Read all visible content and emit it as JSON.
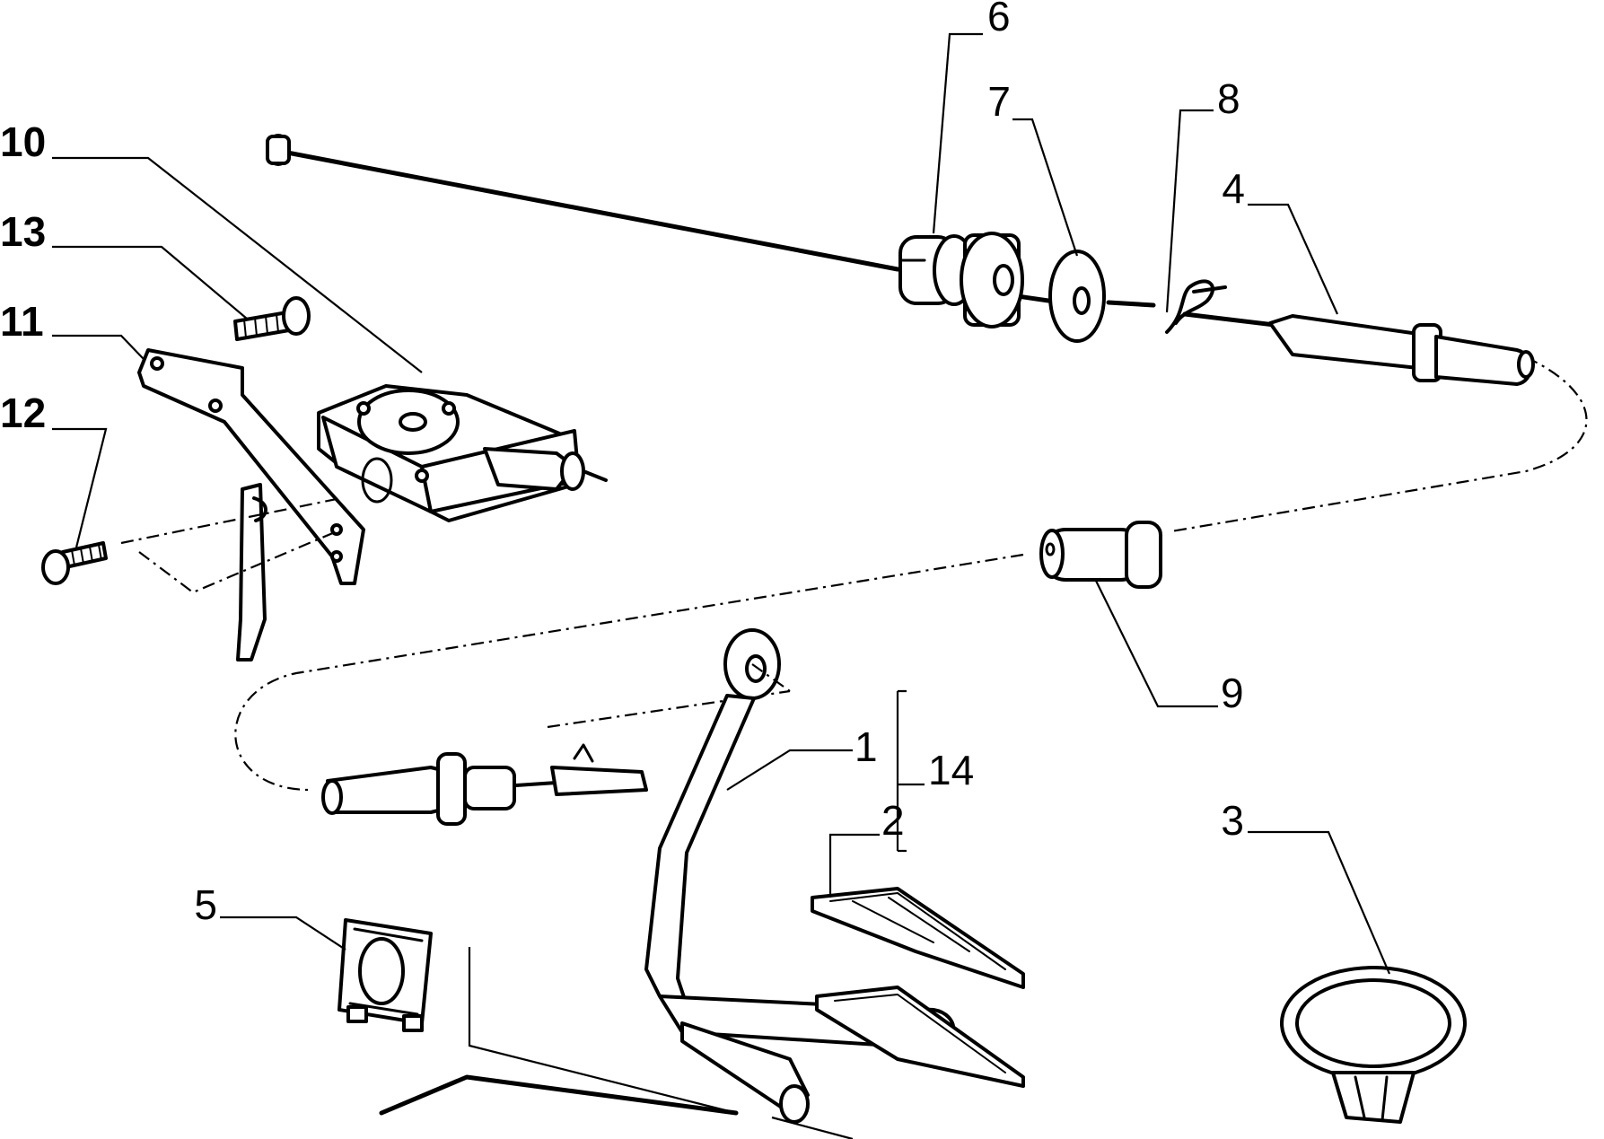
{
  "callouts": [
    {
      "number": "1"
    },
    {
      "number": "2"
    },
    {
      "number": "3"
    },
    {
      "number": "4"
    },
    {
      "number": "5"
    },
    {
      "number": "6"
    },
    {
      "number": "7"
    },
    {
      "number": "8"
    },
    {
      "number": "9"
    },
    {
      "number": "10"
    },
    {
      "number": "11"
    },
    {
      "number": "12"
    },
    {
      "number": "13"
    },
    {
      "number": "14"
    }
  ],
  "colors": {
    "ink": "#000000",
    "background": "#ffffff"
  }
}
